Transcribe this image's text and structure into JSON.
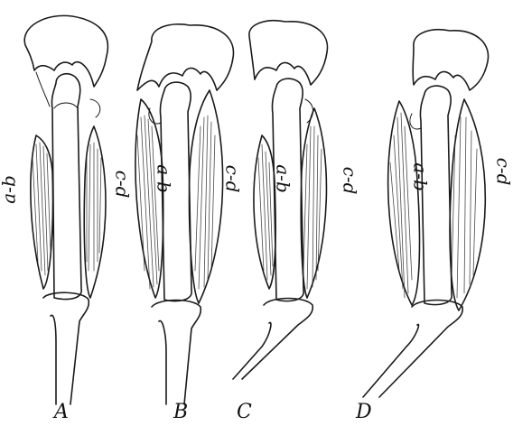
{
  "panels": [
    {
      "letter": "A",
      "labels": [
        "a-b",
        "c-d"
      ]
    },
    {
      "letter": "B",
      "labels": [
        "a-b",
        "c-d"
      ]
    },
    {
      "letter": "C",
      "labels": [
        "a-b",
        "c-d"
      ]
    },
    {
      "letter": "D",
      "labels": [
        "a-b",
        "c-d"
      ]
    }
  ],
  "colors": {
    "ink": "#1a1a1a",
    "paper": "#ffffff"
  }
}
